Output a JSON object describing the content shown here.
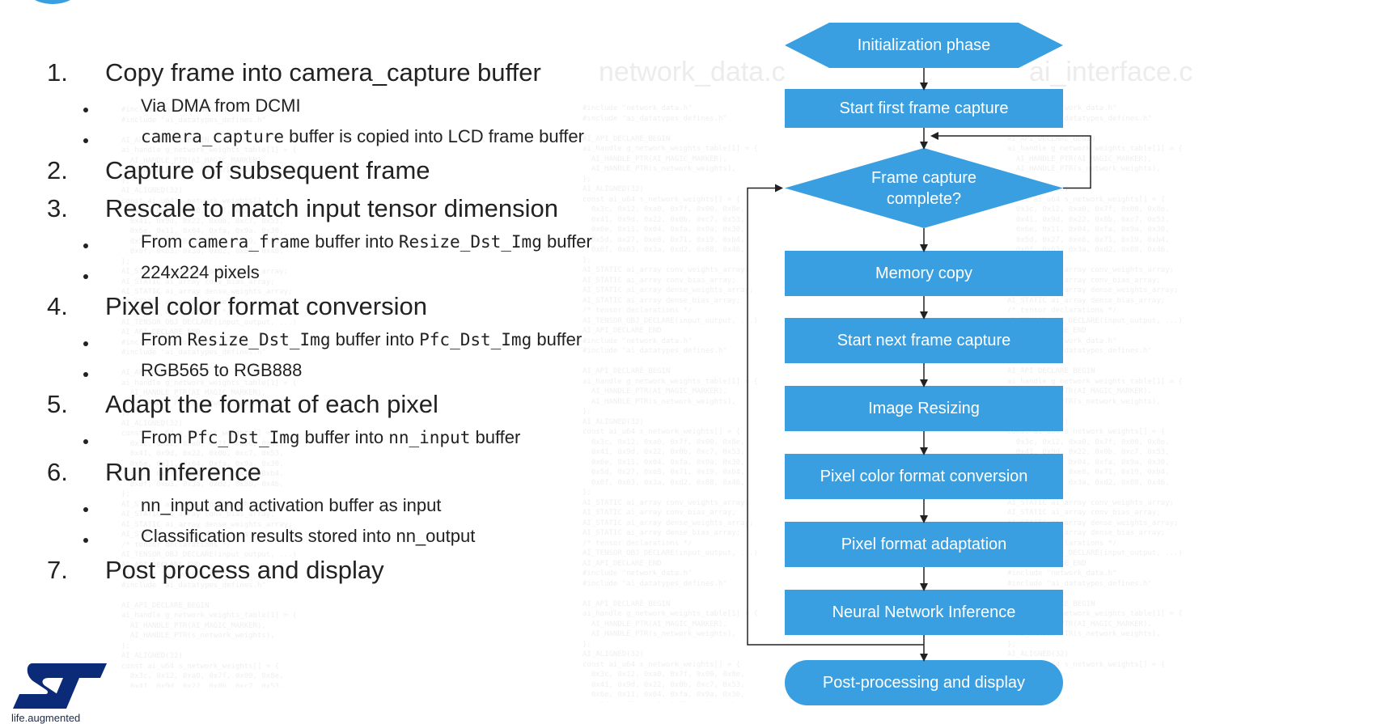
{
  "steps": [
    {
      "num": "1.",
      "text": "Copy frame into camera_capture buffer",
      "subs": [
        {
          "parts": [
            {
              "t": "Via DMA from DCMI",
              "mono": false
            }
          ]
        },
        {
          "parts": [
            {
              "t": "camera_capture",
              "mono": true
            },
            {
              "t": " buffer is copied into LCD frame buffer",
              "mono": false
            }
          ]
        }
      ]
    },
    {
      "num": "2.",
      "text": "Capture of subsequent frame",
      "subs": []
    },
    {
      "num": "3.",
      "text": "Rescale to match input tensor dimension",
      "subs": [
        {
          "parts": [
            {
              "t": "From ",
              "mono": false
            },
            {
              "t": "camera_frame",
              "mono": true
            },
            {
              "t": " buffer into ",
              "mono": false
            },
            {
              "t": "Resize_Dst_Img",
              "mono": true
            },
            {
              "t": " buffer",
              "mono": false
            }
          ]
        },
        {
          "parts": [
            {
              "t": "224x224 pixels",
              "mono": false
            }
          ]
        }
      ]
    },
    {
      "num": "4.",
      "text": "Pixel color format conversion",
      "subs": [
        {
          "parts": [
            {
              "t": "From ",
              "mono": false
            },
            {
              "t": "Resize_Dst_Img",
              "mono": true
            },
            {
              "t": " buffer into ",
              "mono": false
            },
            {
              "t": "Pfc_Dst_Img",
              "mono": true
            },
            {
              "t": " buffer",
              "mono": false
            }
          ]
        },
        {
          "parts": [
            {
              "t": "RGB565 to RGB888",
              "mono": false
            }
          ]
        }
      ]
    },
    {
      "num": "5.",
      "text": "Adapt the format of each pixel",
      "subs": [
        {
          "parts": [
            {
              "t": "From ",
              "mono": false
            },
            {
              "t": "Pfc_Dst_Img",
              "mono": true
            },
            {
              "t": " buffer into ",
              "mono": false
            },
            {
              "t": "nn_input",
              "mono": true
            },
            {
              "t": " buffer",
              "mono": false
            }
          ]
        }
      ]
    },
    {
      "num": "6.",
      "text": "Run inference",
      "subs": [
        {
          "parts": [
            {
              "t": "nn_input and activation buffer as input",
              "mono": false
            }
          ]
        },
        {
          "parts": [
            {
              "t": "Classification results stored into nn_output",
              "mono": false
            }
          ]
        }
      ]
    },
    {
      "num": "7.",
      "text": "Post process and display",
      "subs": []
    }
  ],
  "flowchart": {
    "nodes": [
      {
        "id": "init",
        "shape": "hexagon",
        "label": "Initialization phase"
      },
      {
        "id": "start-first",
        "shape": "rect",
        "label": "Start first frame capture"
      },
      {
        "id": "decision",
        "shape": "diamond",
        "label": "Frame capture\ncomplete?"
      },
      {
        "id": "memcopy",
        "shape": "rect",
        "label": "Memory copy"
      },
      {
        "id": "start-next",
        "shape": "rect",
        "label": "Start next frame capture"
      },
      {
        "id": "resize",
        "shape": "rect",
        "label": "Image Resizing"
      },
      {
        "id": "pfc",
        "shape": "rect",
        "label": "Pixel color format conversion"
      },
      {
        "id": "pfa",
        "shape": "rect",
        "label": "Pixel format adaptation"
      },
      {
        "id": "nn",
        "shape": "rect",
        "label": "Neural Network Inference"
      },
      {
        "id": "post",
        "shape": "terminal",
        "label": "Post-processing and display"
      }
    ],
    "fill_color": "#3a9fe0",
    "line_color": "#222222"
  },
  "background": {
    "title_left": "network_data.c",
    "title_right": "ai_interface.c"
  },
  "logo": {
    "name": "st-logo-icon",
    "tagline": "life.augmented",
    "color": "#0b2a78"
  }
}
